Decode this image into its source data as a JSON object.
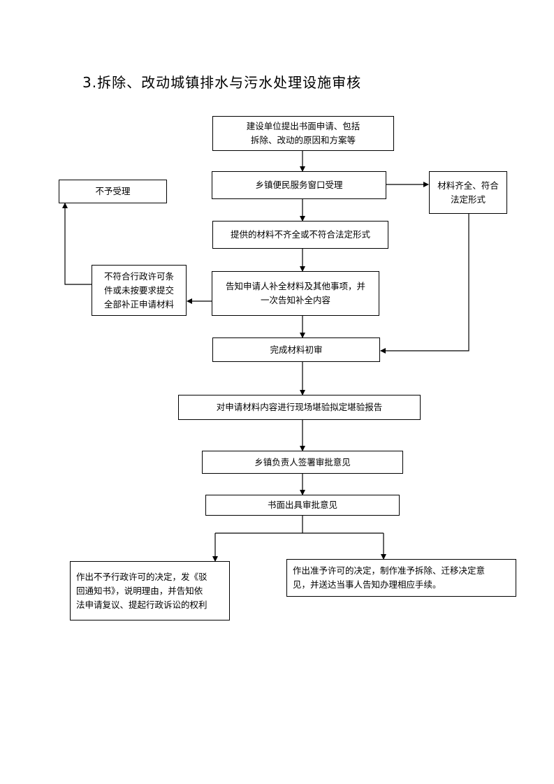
{
  "title": "3.拆除、改动城镇排水与污水处理设施审核",
  "nodes": {
    "apply": "建设单位提出书面申请、包括\n拆除、改动的原因和方案等",
    "accept": "乡镇便民服务窗口受理",
    "not_accept": "不予受理",
    "complete_ok": "材料齐全、符合\n法定形式",
    "incomplete": "提供的材料不齐全或不符合法定形式",
    "notify": "告知申请人补全材料及其他事项，并\n一次告知补全内容",
    "not_comply": "不符合行政许可条\n件或未按要求提交\n全部补正申请材料",
    "prelim": "完成材料初审",
    "survey": "对申请材料内容进行现场堪验拟定堪验报告",
    "sign": "乡镇负责人签署审批意见",
    "written": "书面出具审批意见",
    "deny": "作出不予行政许可的决定，发《驳\n回通知书》，说明理由，并告知依\n法申请复议、提起行政诉讼的权利",
    "approve": "作出准予许可的决定，制作准予拆除、迁移决定意\n见，并送达当事人告知办理相应手续。"
  }
}
